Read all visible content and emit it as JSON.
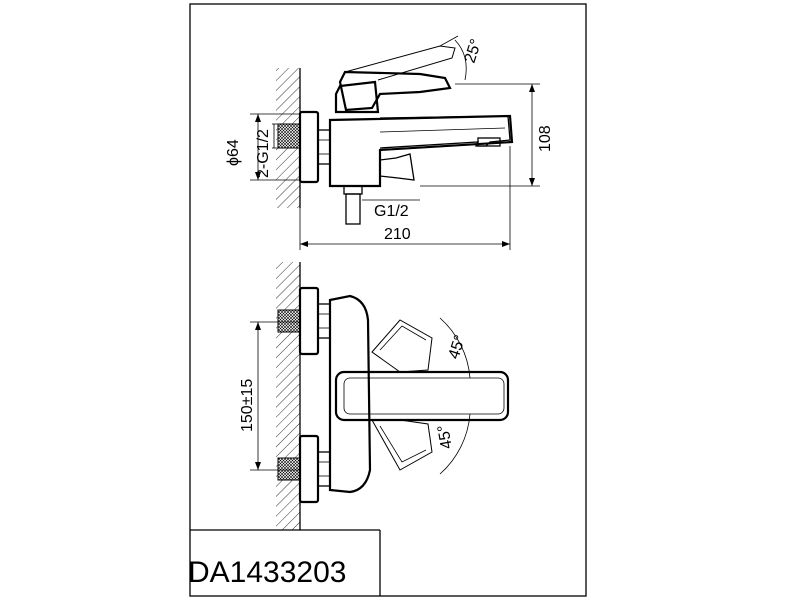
{
  "drawing": {
    "model_code": "DA1433203",
    "dimensions": {
      "lever_angle": "25°",
      "connection_diameter": "ϕ64",
      "connection_thread": "2-G1/2",
      "height": "108",
      "outlet_thread": "G1/2",
      "total_length": "210",
      "rotation_angle_upper": "45°",
      "rotation_angle_lower": "45°",
      "center_distance": "150±15"
    }
  }
}
